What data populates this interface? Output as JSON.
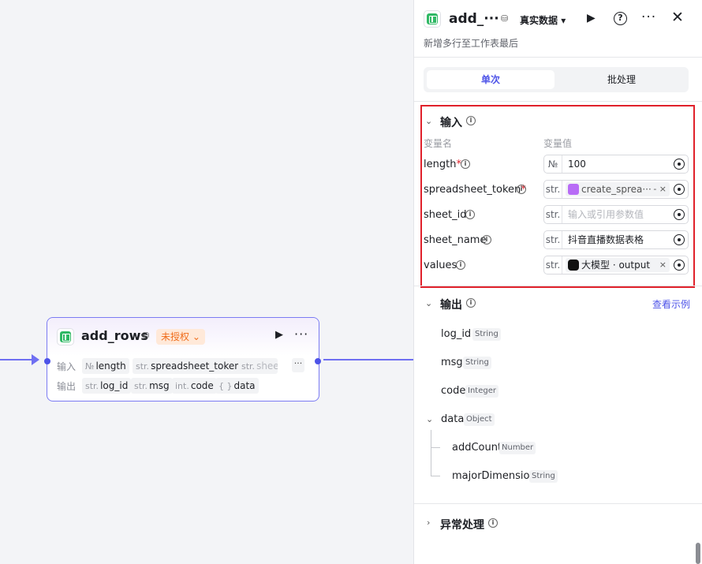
{
  "canvas": {
    "node": {
      "title": "add_rows",
      "auth_badge": "未授权",
      "input_label": "输入",
      "output_label": "输出",
      "inputs": [
        {
          "type": "№",
          "name": "length"
        },
        {
          "type": "str.",
          "name": "spreadsheet_token"
        },
        {
          "type": "str.",
          "name": "sheet"
        }
      ],
      "more_inputs": "···",
      "outputs": [
        {
          "type": "str.",
          "name": "log_id"
        },
        {
          "type": "str.",
          "name": "msg"
        },
        {
          "type": "int.",
          "name": "code"
        },
        {
          "type": "{ }",
          "name": "data"
        }
      ]
    }
  },
  "panel": {
    "title": "add_···",
    "mode": "真实数据",
    "description": "新增多行至工作表最后",
    "tabs": {
      "single": "单次",
      "batch": "批处理"
    },
    "input_section": {
      "title": "输入",
      "col_name": "变量名",
      "col_value": "变量值",
      "fields": [
        {
          "name": "length",
          "required": true,
          "type": "№",
          "value": "100",
          "kind": "text"
        },
        {
          "name": "spreadsheet_token",
          "required": true,
          "type": "str.",
          "value": "create_sprea···",
          "kind": "ref",
          "suffix": "- ×"
        },
        {
          "name": "sheet_id",
          "required": false,
          "type": "str.",
          "placeholder": "输入或引用参数值",
          "kind": "placeholder"
        },
        {
          "name": "sheet_name",
          "required": false,
          "type": "str.",
          "value": "抖音直播数据表格",
          "kind": "text"
        },
        {
          "name": "values",
          "required": false,
          "type": "str.",
          "value": "大模型 · output",
          "kind": "ref",
          "suffix": "×"
        }
      ]
    },
    "output_section": {
      "title": "输出",
      "example_link": "查看示例",
      "fields": [
        {
          "name": "log_id",
          "type": "String"
        },
        {
          "name": "msg",
          "type": "String"
        },
        {
          "name": "code",
          "type": "Integer"
        },
        {
          "name": "data",
          "type": "Object"
        },
        {
          "name": "addCount",
          "type": "Number"
        },
        {
          "name": "majorDimension",
          "type": "String"
        }
      ]
    },
    "exception_section": {
      "title": "异常处理"
    }
  }
}
